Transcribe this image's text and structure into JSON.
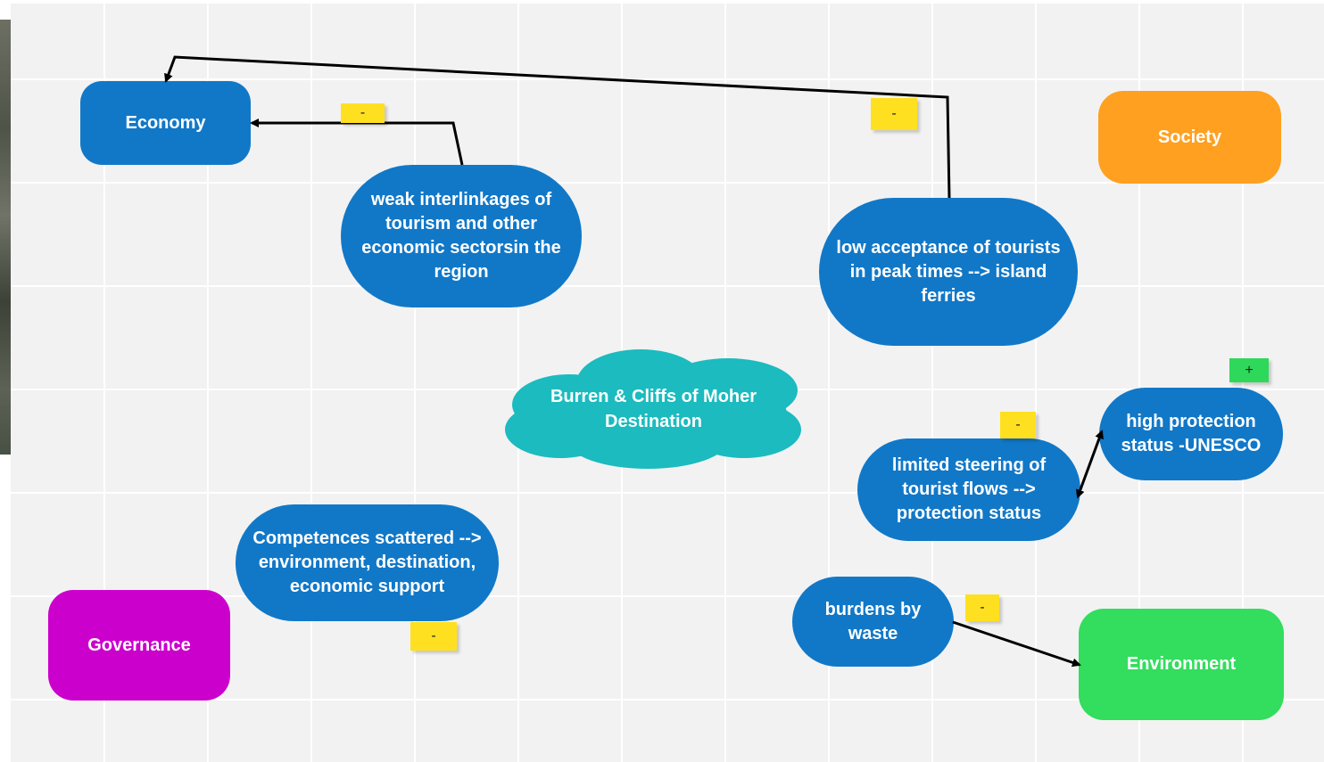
{
  "colors": {
    "economy": "#1178c8",
    "society": "#ffa020",
    "governance": "#cc00cc",
    "environment": "#33dd5e",
    "factor": "#1178c8",
    "destination": "#1bbbbf",
    "sticky_negative": "#ffe020",
    "sticky_positive": "#2ed85a",
    "edge": "#000000"
  },
  "topics": {
    "economy": "Economy",
    "society": "Society",
    "governance": "Governance",
    "environment": "Environment"
  },
  "destination": {
    "label": "Burren & Cliffs of Moher Destination"
  },
  "factors": {
    "weak_interlinkages": "weak interlinkages of tourism and other economic sectorsin the region",
    "low_acceptance": "low acceptance of tourists in peak times --> island ferries",
    "high_protection": "high protection status -UNESCO",
    "limited_steering": "limited steering of tourist flows --> protection status",
    "competences_scattered": "Competences scattered --> environment, destination, economic support",
    "burdens_waste": "burdens by waste"
  },
  "stickies": {
    "interlinkages_economy": "-",
    "acceptance_economy": "-",
    "protection_status": "+",
    "steering": "-",
    "competences": "-",
    "waste_environment": "-"
  },
  "icons": {
    "edge_arrowhead": "arrowhead-icon"
  }
}
